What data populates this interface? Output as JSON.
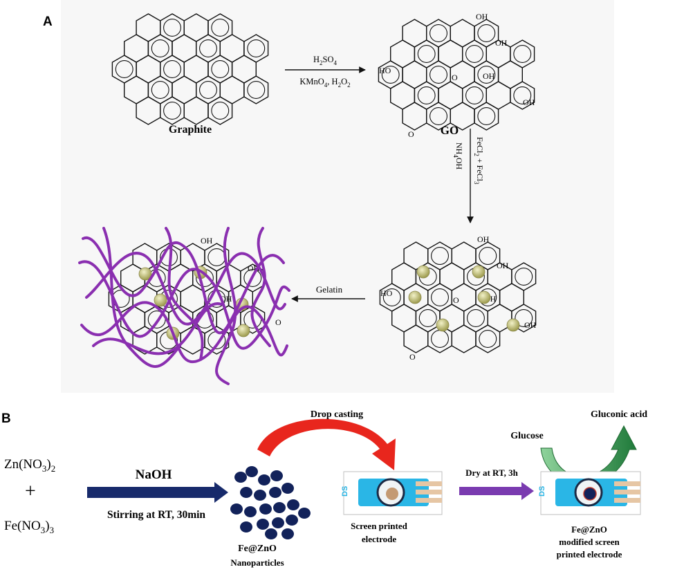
{
  "panels": {
    "a": {
      "letter": "A"
    },
    "b": {
      "letter": "B"
    }
  },
  "panel_a": {
    "graphite_label": "Graphite",
    "go_label": "GO",
    "step1_top": "H2SO4",
    "step1_bottom": "KMnO4, H2O2",
    "step2_reagent_1": "FeCl2 + FeCl3",
    "step2_reagent_2": "NH4OH",
    "step3_reagent": "Gelatin",
    "group_oh": "OH",
    "group_ho": "HO",
    "group_o": "O"
  },
  "panel_b": {
    "zn_reagent": "Zn(NO3)2",
    "plus": "+",
    "fe_reagent": "Fe(NO3)3",
    "naoh": "NaOH",
    "stirring": "Stirring at RT, 30min",
    "np_title": "Fe@ZnO",
    "np_sub": "Nanoparticles",
    "drop_casting": "Drop casting",
    "spe_line1": "Screen printed",
    "spe_line2": "electrode",
    "dry": "Dry at RT, 3h",
    "glucose": "Glucose",
    "gluconic": "Gluconic acid",
    "mod_line1": "Fe@ZnO",
    "mod_line2": "modified screen",
    "mod_line3": "printed electrode",
    "strip_logo": "DS"
  },
  "colors": {
    "ink": "#111111",
    "gelatin_purple": "#8a2fb0",
    "nanoparticle_olive": "#b7b56a",
    "np_navy": "#12225a",
    "arrow_navy": "#172a6b",
    "arrow_purple": "#7a3bb0",
    "drop_red": "#e8261d",
    "glucose_green": "#2f8f4a",
    "strip_cyan": "#2ab6e6",
    "panel_a_bg": "#f7f7f7"
  }
}
